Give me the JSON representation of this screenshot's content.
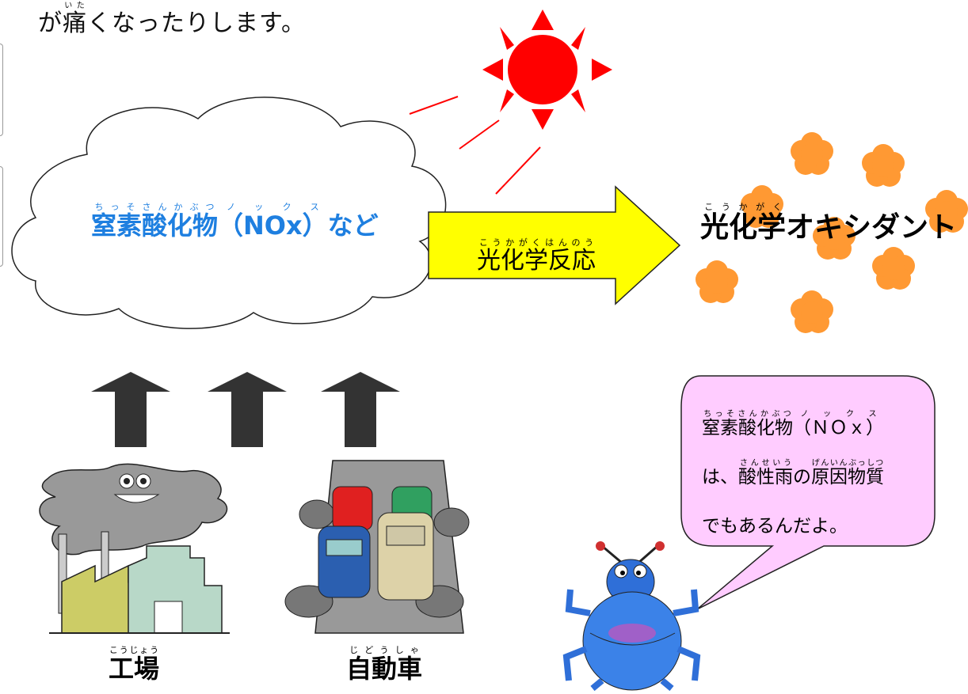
{
  "intro_line": {
    "ruby_base": "痛",
    "ruby_text": "いた",
    "before": "が",
    "after": "くなったりします。"
  },
  "cloud_label": {
    "ruby_base": "窒素酸化物",
    "ruby_text": "ちっそさんかぶつ",
    "nox_base": "（NOx）",
    "nox_ruby": "ノックス",
    "after": "など"
  },
  "reaction_label": {
    "ruby_base": "光化学反応",
    "ruby_text": "こうかがくはんのう"
  },
  "oxidant_label": {
    "ruby_base": "光化学",
    "ruby_text": "こうかがく",
    "after": "オキシダント"
  },
  "speech_bubble": {
    "line1_base": "窒素酸化物",
    "line1_ruby": "ちっそさんかぶつ",
    "line1_nox": "（ＮＯｘ）",
    "line1_nox_ruby": "ノックス",
    "line2_pre": "は、",
    "line2_base1": "酸性雨",
    "line2_ruby1": "さんせいう",
    "line2_mid": "の",
    "line2_base2": "原因物質",
    "line2_ruby2": "げんいんぶっしつ",
    "line3": "でもあるんだよ。"
  },
  "factory_caption": {
    "ruby_base": "工場",
    "ruby_text": "こうじょう"
  },
  "car_caption": {
    "ruby_base": "自動車",
    "ruby_text": "じどうしゃ"
  },
  "colors": {
    "cloud_text": "#1e7fe0",
    "arrow_fill": "#ffff00",
    "sun": "#ff0000",
    "oxidant_dots": "#ff9933",
    "bubble_fill": "#ffccff",
    "up_arrows": "#333333"
  }
}
